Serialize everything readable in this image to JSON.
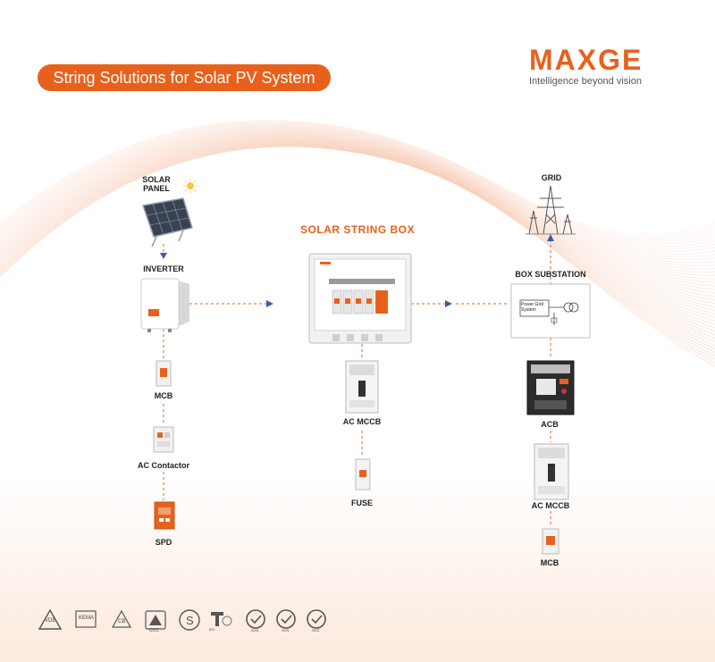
{
  "header": {
    "title": "String Solutions for Solar PV System",
    "brand": "MAXGE",
    "tagline": "Intelligence beyond vision"
  },
  "nodes": {
    "solar_panel": "SOLAR\nPANEL",
    "inverter": "INVERTER",
    "string_box": "SOLAR STRING BOX",
    "grid": "GRID",
    "box_substation": "BOX SUBSTATION",
    "substation_inner": "Power Grid System"
  },
  "left_column": [
    "MCB",
    "AC Contactor",
    "SPD"
  ],
  "center_column": [
    "AC MCCB",
    "FUSE"
  ],
  "right_column": [
    "ACB",
    "AC MCCB",
    "MCB"
  ],
  "colors": {
    "accent": "#e8611c",
    "text": "#222222",
    "device_gray": "#e9e9e9"
  },
  "icons": [
    "solar-panel-icon",
    "sun-icon",
    "inverter-icon",
    "string-box-icon",
    "transmission-tower-icon",
    "substation-icon",
    "mcb-icon",
    "contactor-icon",
    "spd-icon",
    "mccb-icon",
    "fuse-icon",
    "acb-icon"
  ],
  "certifications": [
    "VDE",
    "KEMA",
    "CB",
    "CCC",
    "S",
    "IEC",
    "SGS",
    "SGS",
    "SGS"
  ]
}
